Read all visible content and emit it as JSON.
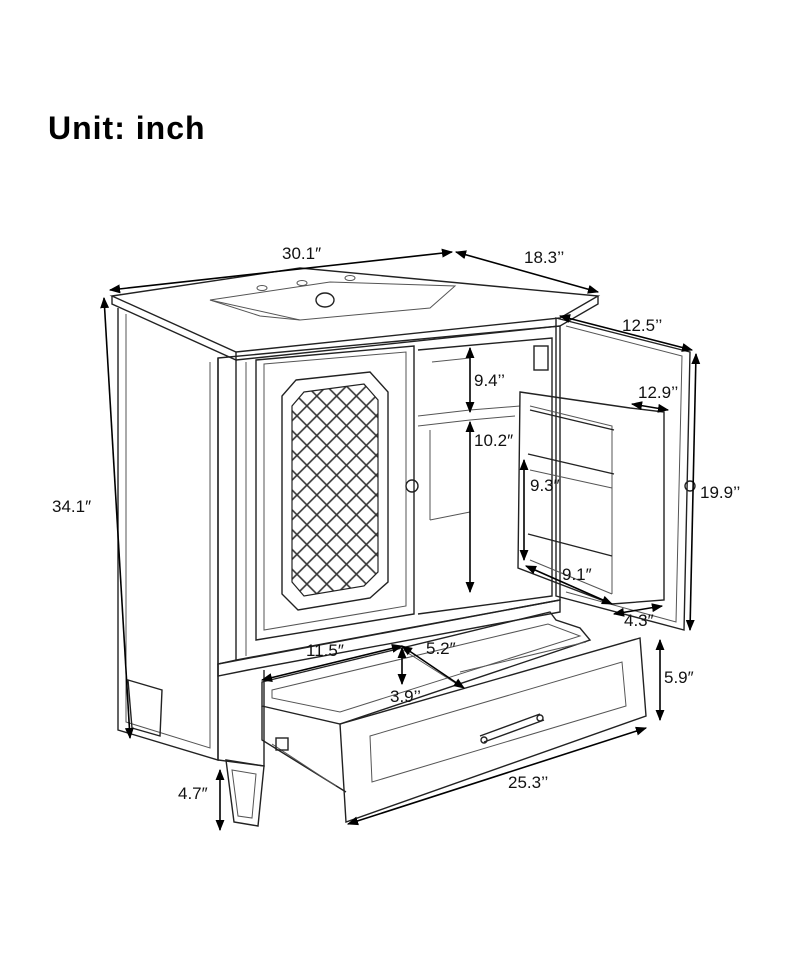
{
  "title": "Unit: inch",
  "dimensions": {
    "top_width": "30.1″",
    "top_depth": "18.3’’",
    "door_width": "12.5’’",
    "upper_shelf": "9.4’’",
    "shelf_width": "12.9’’",
    "lower_shelf": "10.2″",
    "rack_height": "9.3″",
    "door_height": "19.9’’",
    "total_height": "34.1″",
    "rack_width": "9.1″",
    "rack_depth": "4.3″",
    "drawer_depth": "11.5″",
    "drawer_divider": "5.2″",
    "drawer_inner_height": "3.9’’",
    "drawer_height": "5.9″",
    "leg_height": "4.7″",
    "drawer_width": "25.3’’"
  }
}
